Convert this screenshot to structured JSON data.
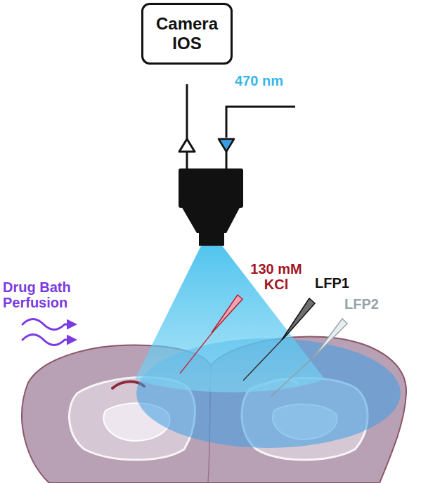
{
  "diagram": {
    "nodes": [
      {
        "text": [
          "Camera IOS"
        ]
      }
    ],
    "labels": [
      "470 nm",
      "130 mM KCl",
      "LFP1",
      "LFP2",
      "Drug Bath Perfusion"
    ]
  }
}
